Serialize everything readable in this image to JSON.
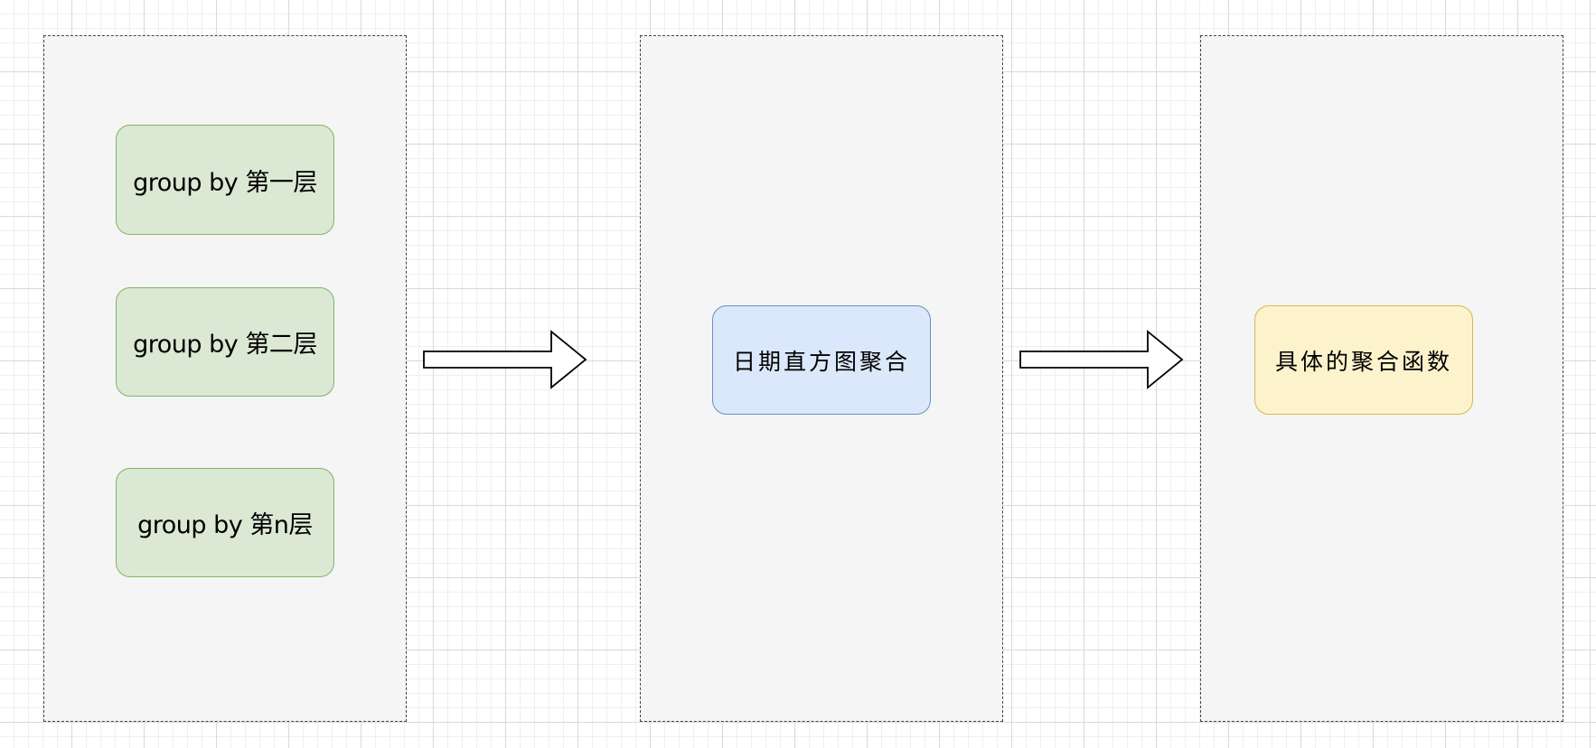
{
  "diagram": {
    "groups": [
      {
        "id": "grouping-layers",
        "nodes": [
          {
            "label": "group by 第一层"
          },
          {
            "label": "group by 第二层"
          },
          {
            "label": "group by 第n层"
          }
        ]
      },
      {
        "id": "date-histogram",
        "nodes": [
          {
            "label": "日期直方图聚合"
          }
        ]
      },
      {
        "id": "metric-aggregation",
        "nodes": [
          {
            "label": "具体的聚合函数"
          }
        ]
      }
    ],
    "colors": {
      "container_fill": "#f5f5f5",
      "container_border": "#444444",
      "green_fill": "#dae8d4",
      "green_border": "#82b366",
      "blue_fill": "#dbe8fb",
      "blue_border": "#6c8ebf",
      "yellow_fill": "#fcf2cc",
      "yellow_border": "#d6b656",
      "arrow_stroke": "#000000",
      "arrow_fill": "#ffffff"
    },
    "icons": [
      "right-block-arrow-icon"
    ]
  }
}
